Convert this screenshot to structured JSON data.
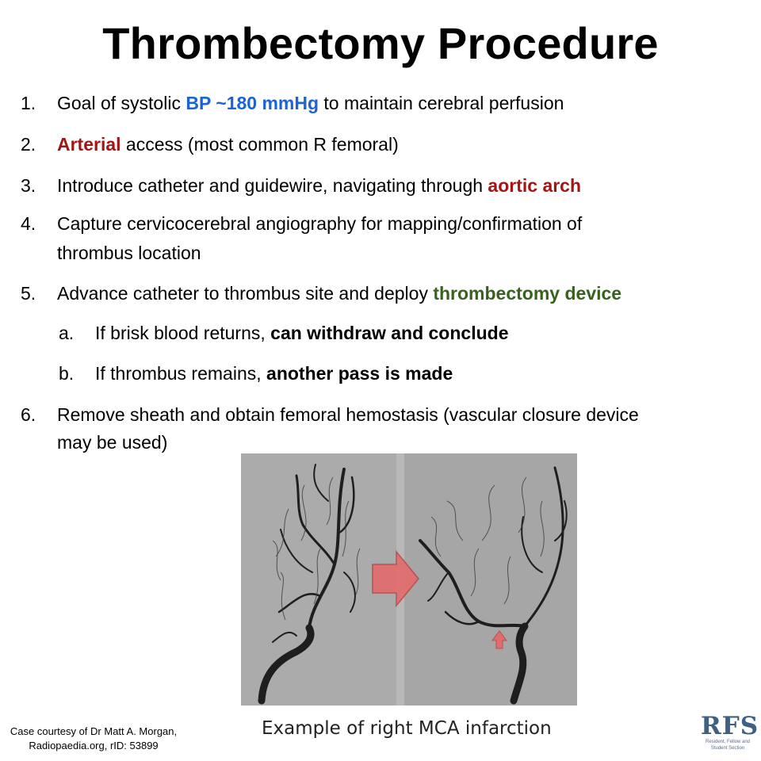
{
  "slide": {
    "title": "Thrombectomy Procedure",
    "steps": [
      {
        "num": "1.",
        "segments": [
          {
            "text": "Goal of systolic ",
            "style": "plain"
          },
          {
            "text": "BP ~180 mmHg",
            "style": "blue"
          },
          {
            "text": " to maintain cerebral perfusion",
            "style": "plain"
          }
        ]
      },
      {
        "num": "2.",
        "segments": [
          {
            "text": "Arterial",
            "style": "red"
          },
          {
            "text": " access (most common R femoral)",
            "style": "plain"
          }
        ]
      },
      {
        "num": "3.",
        "segments": [
          {
            "text": "Introduce catheter and guidewire, navigating through ",
            "style": "plain"
          },
          {
            "text": "aortic arch",
            "style": "red"
          }
        ]
      },
      {
        "num": "4.",
        "segments": [
          {
            "text": "Capture cervicocerebral angiography for mapping/confirmation of",
            "style": "plain"
          }
        ]
      },
      {
        "num": "",
        "segments": [
          {
            "text": "thrombus location",
            "style": "plain"
          }
        ]
      },
      {
        "num": "5.",
        "segments": [
          {
            "text": "Advance catheter to thrombus site and deploy ",
            "style": "plain"
          },
          {
            "text": "thrombectomy device",
            "style": "green"
          }
        ]
      },
      {
        "num": "a.",
        "segments": [
          {
            "text": "If brisk blood returns, ",
            "style": "plain"
          },
          {
            "text": "can withdraw and conclude",
            "style": "bold"
          }
        ]
      },
      {
        "num": "b.",
        "segments": [
          {
            "text": "If thrombus remains, ",
            "style": "plain"
          },
          {
            "text": "another pass is made",
            "style": "bold"
          }
        ]
      },
      {
        "num": "6.",
        "segments": [
          {
            "text": "Remove sheath and obtain femoral hemostasis (vascular closure device",
            "style": "plain"
          }
        ]
      },
      {
        "num": "",
        "segments": [
          {
            "text": "may be used)",
            "style": "plain"
          }
        ]
      }
    ],
    "caption": "Example of right MCA infarction",
    "credit_line1": "Case courtesy of Dr Matt A. Morgan,",
    "credit_line2": "Radiopaedia.org, rID: 53899",
    "logo_text": "RFS",
    "logo_subtitle_1": "Resident, Fellow and",
    "logo_subtitle_2": "Student Section"
  },
  "colors": {
    "blue": "#1b63d6",
    "red": "#a31515",
    "green": "#38601f",
    "arrow": "#e36b6b"
  },
  "icons": {
    "large_arrow": "right-arrow-icon",
    "small_arrow": "up-arrow-icon"
  }
}
